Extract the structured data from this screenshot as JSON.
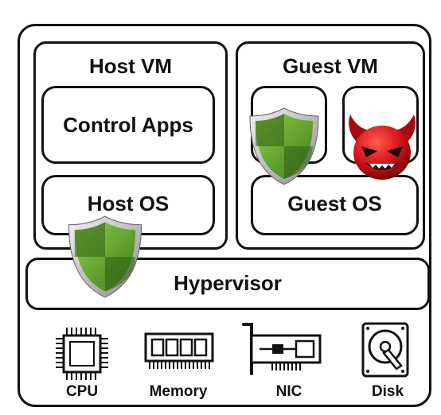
{
  "host_vm": {
    "title": "Host VM",
    "control_apps": "Control Apps",
    "host_os": "Host OS"
  },
  "guest_vm": {
    "title": "Guest VM",
    "guest_os": "Guest OS"
  },
  "hypervisor": "Hypervisor",
  "hardware": {
    "cpu": "CPU",
    "memory": "Memory",
    "nic": "NIC",
    "disk": "Disk"
  },
  "icons": {
    "shield": "shield-icon",
    "devil": "devil-icon",
    "cpu": "cpu-chip-icon",
    "memory": "memory-module-icon",
    "nic": "network-card-icon",
    "disk": "hard-disk-icon"
  },
  "colors": {
    "border": "#111111",
    "shield_green": "#5f9a2c",
    "shield_dark": "#2f5a16",
    "devil_red": "#c8161c"
  }
}
